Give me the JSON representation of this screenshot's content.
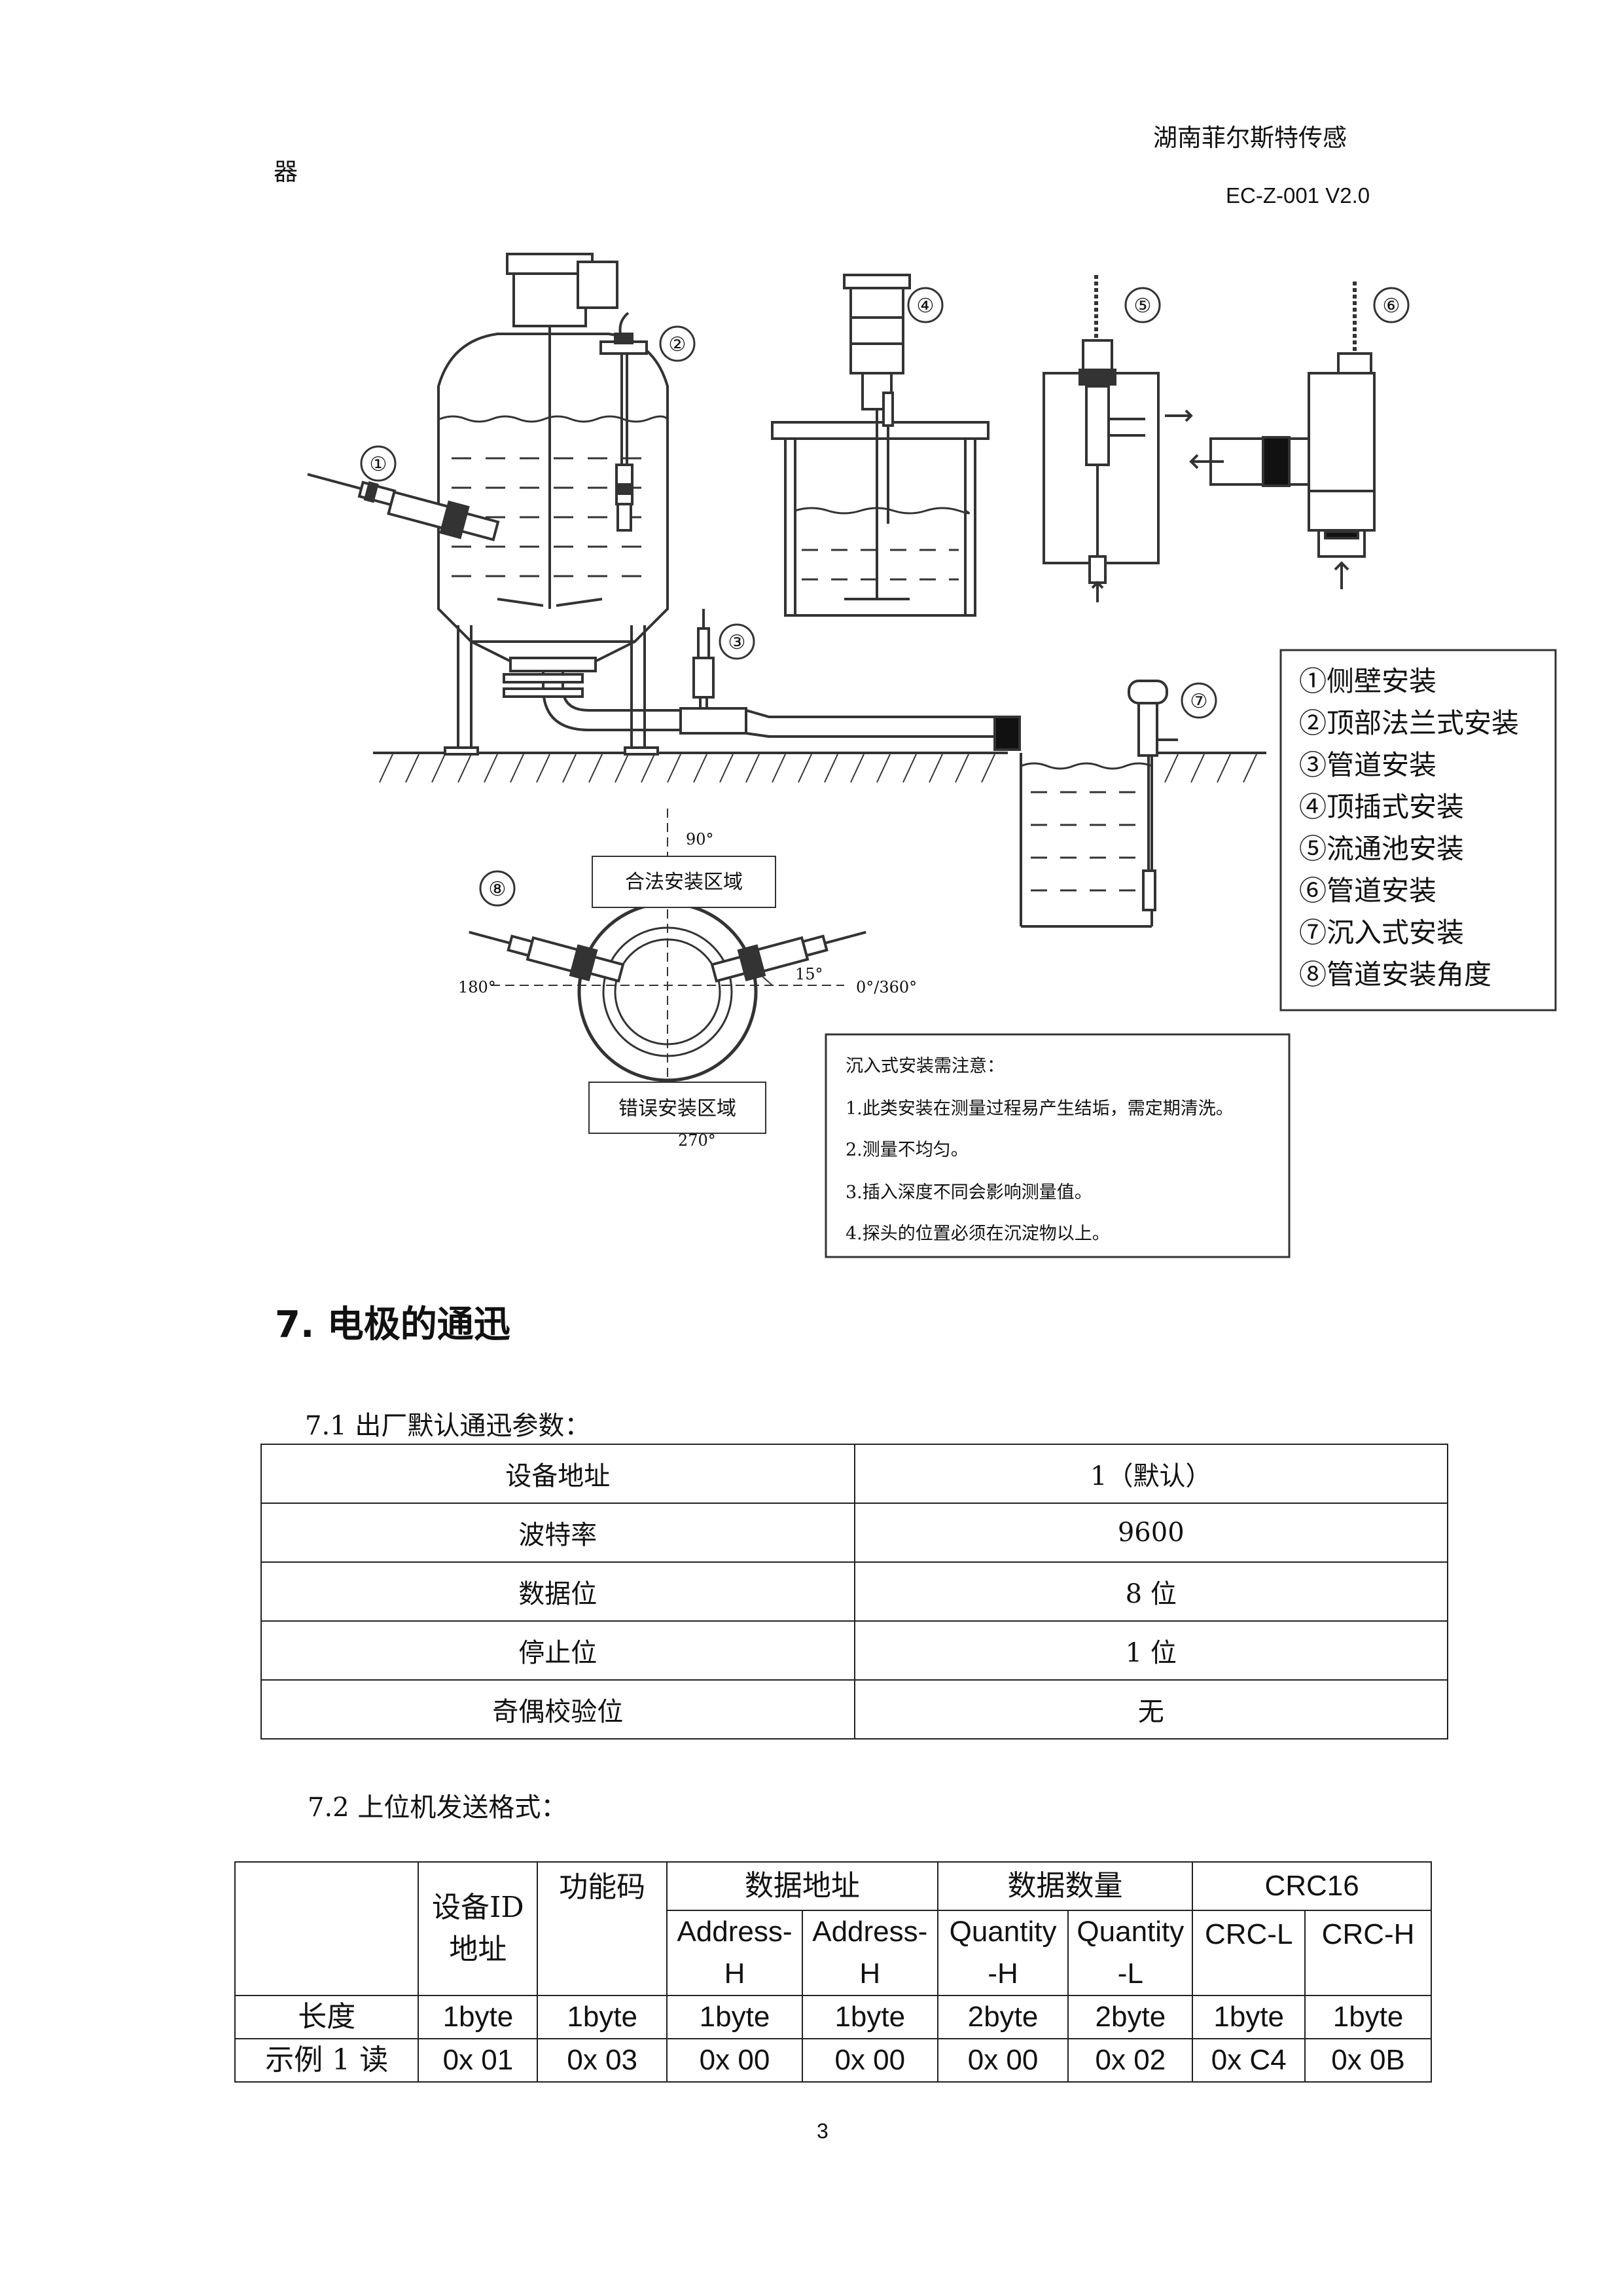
{
  "header": {
    "company_line1": "湖南菲尔斯特传感",
    "company_line2": "器",
    "version": "EC-Z-001 V2.0"
  },
  "figure": {
    "markers": [
      "①",
      "②",
      "③",
      "④",
      "⑤",
      "⑥",
      "⑦",
      "⑧"
    ],
    "legend": [
      "①侧壁安装",
      "②顶部法兰式安装",
      "③管道安装",
      "④顶插式安装",
      "⑤流通池安装",
      "⑥管道安装",
      "⑦沉入式安装",
      "⑧管道安装角度"
    ],
    "angle_labels": {
      "top": "90°",
      "left": "180°",
      "right": "0°/360°",
      "bottom": "270°",
      "small": "15°"
    },
    "zone_ok": "合法安装区域",
    "zone_bad": "错误安装区域",
    "notes": {
      "title": "沉入式安装需注意：",
      "items": [
        "1.此类安装在测量过程易产生结垢，需定期清洗。",
        "2.测量不均匀。",
        "3.插入深度不同会影响测量值。",
        "4.探头的位置必须在沉淀物以上。"
      ]
    }
  },
  "section": {
    "title": "7. 电极的通迅"
  },
  "table1": {
    "caption": "7.1 出厂默认通迅参数：",
    "rows": [
      {
        "label": "设备地址",
        "value": "1（默认）"
      },
      {
        "label": "波特率",
        "value": "9600"
      },
      {
        "label": "数据位",
        "value": "8 位"
      },
      {
        "label": "停止位",
        "value": "1 位"
      },
      {
        "label": "奇偶校验位",
        "value": "无"
      }
    ]
  },
  "table2": {
    "caption": "7.2 上位机发送格式：",
    "h_device": "设备ID 地址",
    "h_func": "功能码",
    "h_addr": "数据地址",
    "h_qty": "数据数量",
    "h_crc": "CRC16",
    "sub": [
      "Address-H",
      "Address-H",
      "Quantity-H",
      "Quantity-L",
      "CRC-L",
      "CRC-H"
    ],
    "row_len": [
      "长度",
      "1byte",
      "1byte",
      "1byte",
      "1byte",
      "2byte",
      "2byte",
      "1byte",
      "1byte"
    ],
    "row_ex": [
      "示例 1 读",
      "0x 01",
      "0x 03",
      "0x 00",
      "0x 00",
      "0x 00",
      "0x 02",
      "0x C4",
      "0x 0B"
    ]
  },
  "page_number": "3"
}
